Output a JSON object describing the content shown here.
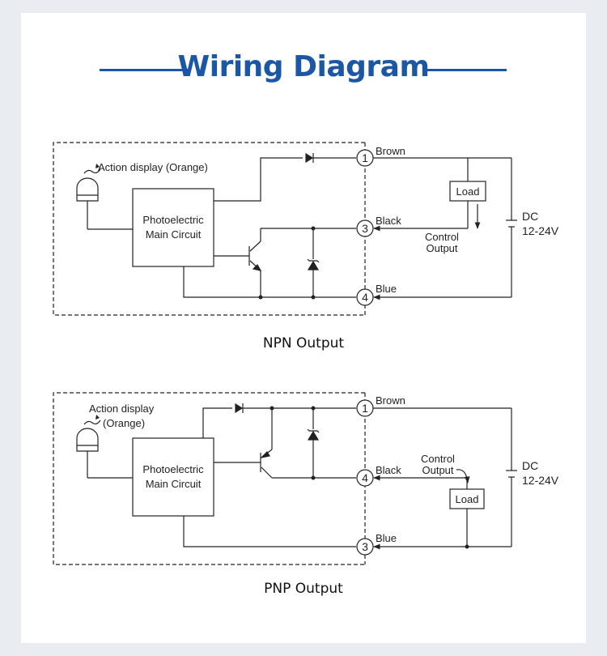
{
  "title": "Wiring Diagram",
  "npn": {
    "caption": "NPN Output",
    "action_display": "Action display (Orange)",
    "circuit_line1": "Photoelectric",
    "circuit_line2": "Main Circuit",
    "load": "Load",
    "control_line1": "Control",
    "control_line2": "Output",
    "dc_line1": "DC",
    "dc_line2": "12-24V",
    "terminals": [
      {
        "number": "1",
        "wire": "Brown"
      },
      {
        "number": "3",
        "wire": "Black"
      },
      {
        "number": "4",
        "wire": "Blue"
      }
    ]
  },
  "pnp": {
    "caption": "PNP Output",
    "action_line1": "Action display",
    "action_line2": "(Orange)",
    "circuit_line1": "Photoelectric",
    "circuit_line2": "Main Circuit",
    "load": "Load",
    "control_line1": "Control",
    "control_line2": "Output",
    "dc_line1": "DC",
    "dc_line2": "12-24V",
    "terminals": [
      {
        "number": "1",
        "wire": "Brown"
      },
      {
        "number": "4",
        "wire": "Black"
      },
      {
        "number": "3",
        "wire": "Blue"
      }
    ]
  },
  "colors": {
    "accent": "#1b57a4",
    "line": "#222222"
  }
}
